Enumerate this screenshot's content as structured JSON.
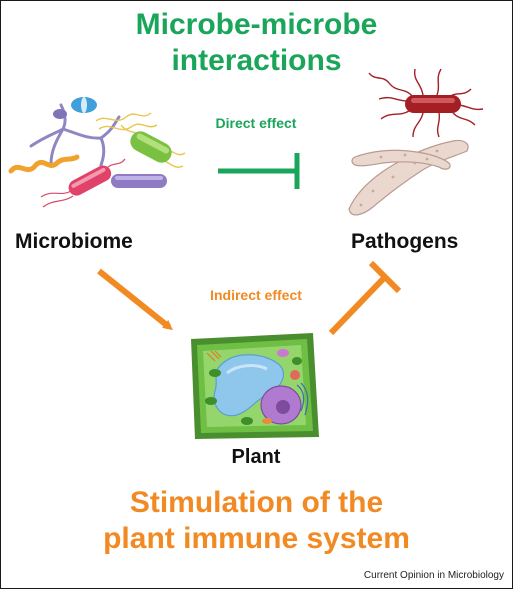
{
  "title_top": [
    "Microbe-microbe",
    "interactions"
  ],
  "direct_effect": "Direct effect",
  "indirect_effect": "Indirect effect",
  "microbiome_label": "Microbiome",
  "pathogens_label": "Pathogens",
  "plant_label": "Plant",
  "title_bottom": [
    "Stimulation of the",
    "plant immune system"
  ],
  "credit": "Current Opinion in Microbiology",
  "colors": {
    "green": "#1aa55a",
    "orange": "#f28a24",
    "cell_wall": "#5aa639",
    "cytoplasm": "#8fd16a",
    "vacuole": "#8fc6ec",
    "nucleus": "#b07ad0",
    "pathogen_rod": "#a31f24",
    "pathogen_hypha": "#ead8cf"
  },
  "icons": [
    "microbiome-cluster-icon",
    "pathogen-rod-icon",
    "pathogen-hypha-icon",
    "plant-cell-icon",
    "inhibition-arrow-icon",
    "activation-arrow-icon"
  ]
}
